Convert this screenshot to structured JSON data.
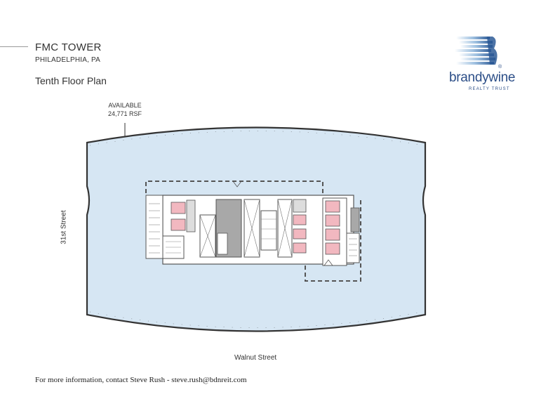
{
  "building": {
    "name": "FMC TOWER",
    "location": "PHILADELPHIA, PA"
  },
  "plan": {
    "title": "Tenth Floor Plan",
    "availability_label": "AVAILABLE",
    "area": "24,771 RSF"
  },
  "streets": {
    "left": "31st Street",
    "bottom": "Walnut Street"
  },
  "logo": {
    "name": "brandywine",
    "tagline": "REALTY TRUST",
    "registered_mark": "®"
  },
  "contact": {
    "text": "For more information, contact Steve Rush - steve.rush@bdnreit.com"
  },
  "colors": {
    "floor_fill": "#d6e6f3",
    "restroom_fill": "#f2b8c0",
    "core_gray": "#a8a8a8",
    "brand_blue": "#2d4f88"
  }
}
